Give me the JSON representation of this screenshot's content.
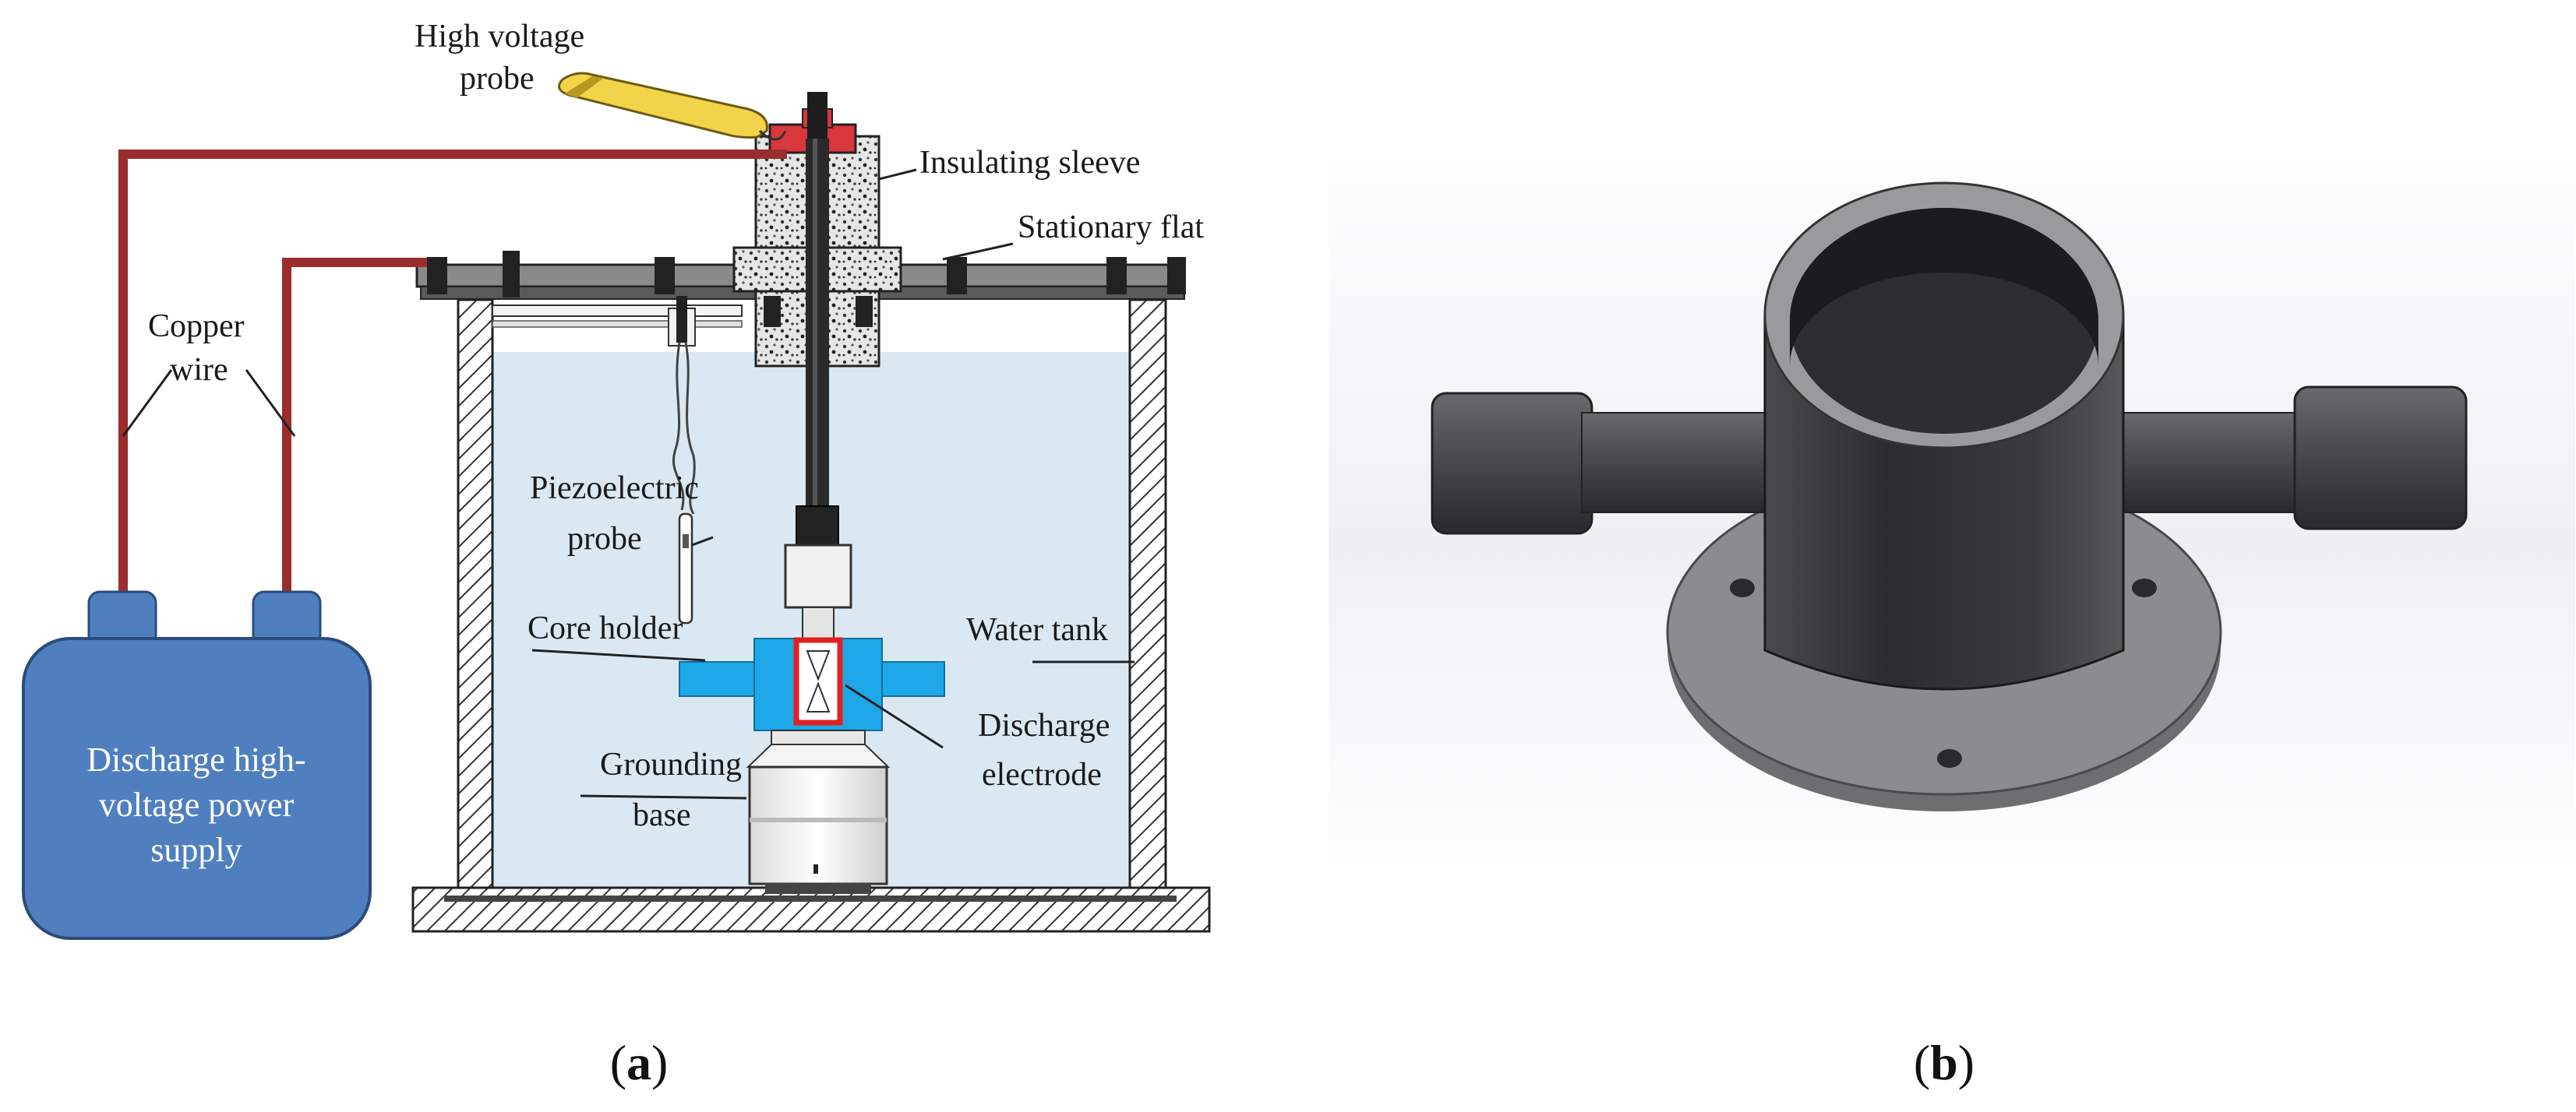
{
  "panel_a": {
    "caption_letter": "a",
    "labels": {
      "high_voltage_line1": "High voltage",
      "high_voltage_line2": "probe",
      "insulating_sleeve": "Insulating sleeve",
      "stationary_flat": "Stationary flat",
      "copper_line1": "Copper",
      "copper_line2": "wire",
      "piezo_line1": "Piezoelectric",
      "piezo_line2": "probe",
      "core_holder": "Core holder",
      "water_tank": "Water tank",
      "discharge_electrode_line1": "Discharge",
      "discharge_electrode_line2": "electrode",
      "grounding_line1": "Grounding",
      "grounding_line2": "base",
      "power_line1": "Discharge high-",
      "power_line2": "voltage power",
      "power_line3": "supply"
    },
    "colors": {
      "wire": "#9b2d2d",
      "power_supply": "#4f7fbf",
      "water": "#dbe8f2",
      "core_holder": "#1ea7e6",
      "electrode_frame": "#e02020",
      "probe": "#f2d34a"
    }
  },
  "panel_b": {
    "caption_letter": "b",
    "colors": {
      "body": "#3a3a3c",
      "flange": "#8c8c8e"
    }
  }
}
